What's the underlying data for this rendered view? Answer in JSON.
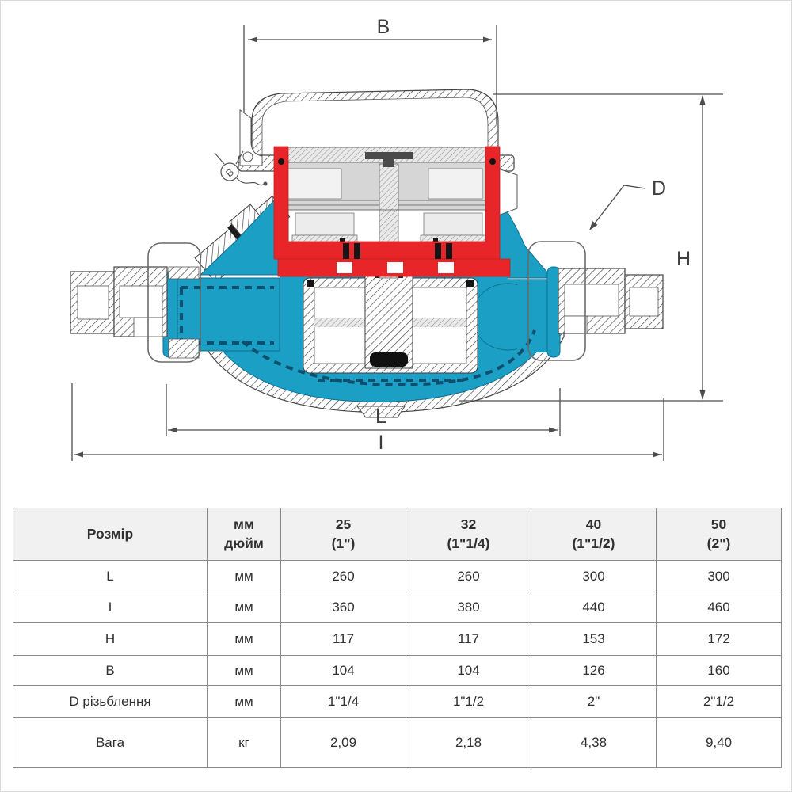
{
  "drawing": {
    "labels": {
      "b": "B",
      "d": "D",
      "h": "H",
      "l": "L",
      "i": "I",
      "seal_b": "B"
    }
  },
  "colors": {
    "body_blue": "#1c9fc4",
    "seal_red": "#e8262a"
  },
  "table": {
    "size_header": "Розмір",
    "unit_header_top": "мм",
    "unit_header_bottom": "дюйм",
    "size_cols": [
      {
        "mm": "25",
        "inch": "(1\")"
      },
      {
        "mm": "32",
        "inch": "(1\"1/4)"
      },
      {
        "mm": "40",
        "inch": "(1\"1/2)"
      },
      {
        "mm": "50",
        "inch": "(2\")"
      }
    ],
    "rows": [
      {
        "label": "L",
        "unit": "мм",
        "values": [
          "260",
          "260",
          "300",
          "300"
        ]
      },
      {
        "label": "I",
        "unit": "мм",
        "values": [
          "360",
          "380",
          "440",
          "460"
        ]
      },
      {
        "label": "H",
        "unit": "мм",
        "values": [
          "117",
          "117",
          "153",
          "172"
        ]
      },
      {
        "label": "B",
        "unit": "мм",
        "values": [
          "104",
          "104",
          "126",
          "160"
        ]
      },
      {
        "label": "D різьблення",
        "unit": "мм",
        "values": [
          "1\"1/4",
          "1\"1/2",
          "2\"",
          "2\"1/2"
        ]
      },
      {
        "label": "Вага",
        "unit": "кг",
        "values": [
          "2,09",
          "2,18",
          "4,38",
          "9,40"
        ]
      }
    ]
  }
}
